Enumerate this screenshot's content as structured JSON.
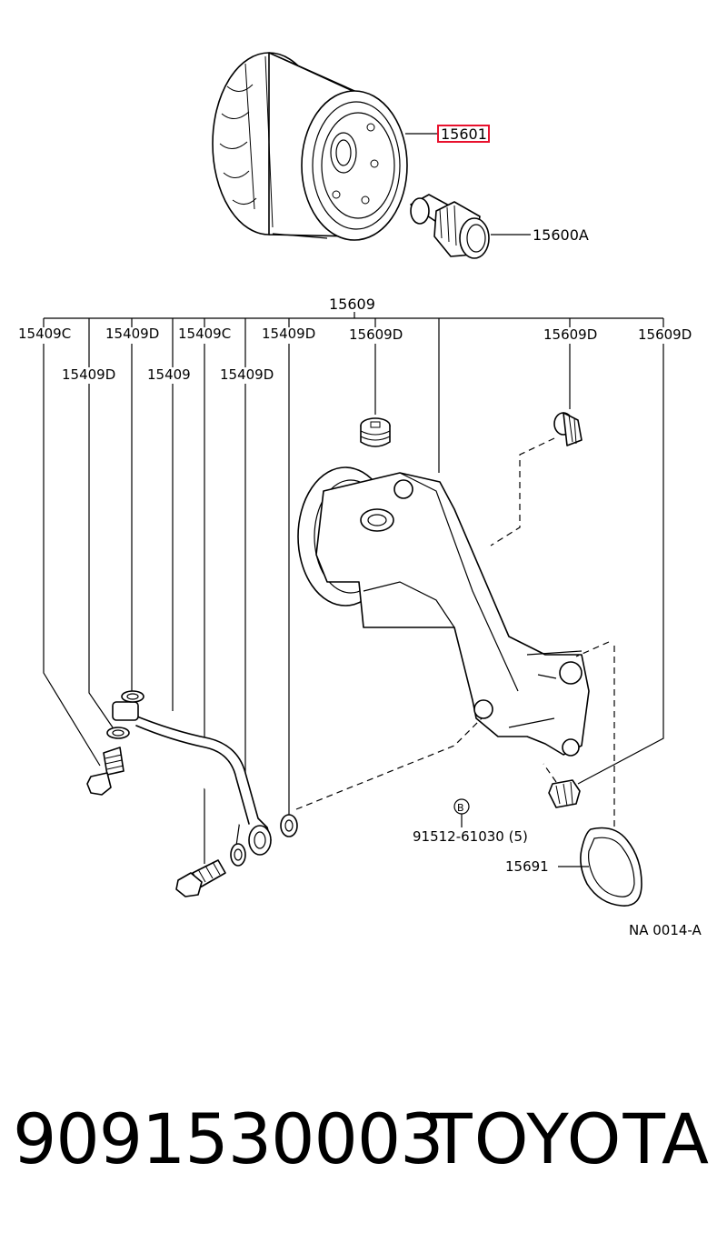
{
  "diagram": {
    "labels": {
      "oil_filter": "15601",
      "union": "15600A",
      "bracket_assembly": "15609",
      "top_row": [
        "15409C",
        "15409D",
        "15409C",
        "15409D",
        "15609D",
        "15609D",
        "15609D"
      ],
      "second_row": [
        "15409D",
        "15409",
        "15409D"
      ],
      "bolt_b": "B",
      "bolt_number": "91512-61030 (5)",
      "gasket": "15691",
      "figure_code": "NA 0014-A"
    },
    "highlight_color": "#e8112d"
  },
  "caption": {
    "part_number": "9091530003",
    "brand": "TOYOTA"
  }
}
